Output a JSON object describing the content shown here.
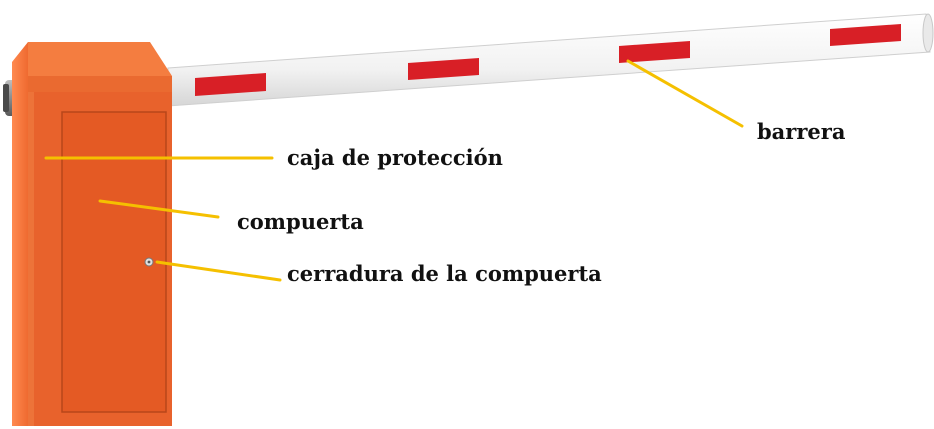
{
  "labels": {
    "barrera": "barrera",
    "caja": "caja de protección",
    "compuerta": "compuerta",
    "cerradura": "cerradura de la compuerta"
  },
  "colors": {
    "housing_front": "#e8622c",
    "housing_side": "#f0773d",
    "housing_top": "#f58a4e",
    "door": "#e45a24",
    "arm": "#f4f4f4",
    "stripe": "#d81f26",
    "leader": "#f5c000"
  }
}
